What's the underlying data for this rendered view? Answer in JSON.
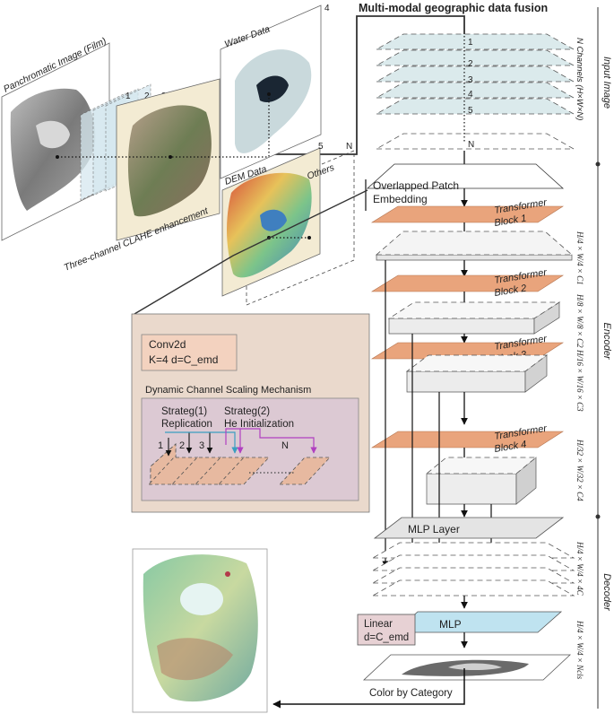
{
  "title": "Multi-modal geographic data fusion",
  "inputs": {
    "panchromatic": "Panchromatic Image (Film)",
    "clahe": "Three-channel CLAHE enhancement",
    "clahe_channels": [
      "1",
      "2",
      "3"
    ],
    "water": "Water Data",
    "water_index": "4",
    "dem": "DEM Data",
    "others": "Others",
    "dem_indices": [
      "5",
      "N"
    ]
  },
  "side_labels": {
    "input": "Input Image",
    "encoder": "Encoder",
    "decoder": "Decoder"
  },
  "channels": {
    "label": "N Channels (H×W×N)",
    "numbers": [
      "1",
      "2",
      "3",
      "4",
      "5",
      "N"
    ]
  },
  "encoder": {
    "patch_embedding": "Overlapped Patch Embedding",
    "blocks": [
      {
        "line1": "Transformer",
        "line2": "Block 1"
      },
      {
        "line1": "Transformer",
        "line2": "Block 2"
      },
      {
        "line1": "Transformer",
        "line2": "Block 3"
      },
      {
        "line1": "Transformer",
        "line2": "Block 4"
      }
    ],
    "dims": [
      "H/4 × W/4 × C1",
      "H/8 × W/8 × C2",
      "H/16 × W/16 × C3",
      "H/32 × W/32 × C4"
    ]
  },
  "decoder": {
    "mlp_layer": "MLP Layer",
    "mlp": "MLP",
    "fuse_dim": "H/4 × W/4 × 4C",
    "out_dim": "H/4 × W/4 × Ncls",
    "linear_line1": "Linear",
    "linear_line2": "d=C_emd",
    "color_by_category": "Color by Category"
  },
  "inset": {
    "conv_line1": "Conv2d",
    "conv_line2": "K=4 d=C_emd",
    "mechanism": "Dynamic Channel Scaling Mechanism",
    "strategy1_line1": "Strateg(1)",
    "strategy1_line2": "Replication",
    "strategy2_line1": "Strateg(2)",
    "strategy2_line2": "He Initialization",
    "kernel_numbers": [
      "1",
      "2",
      "3",
      "N"
    ]
  },
  "colors": {
    "transformer": "#e9a47c",
    "mlp_blue": "#bfe3f0",
    "inset_bg": "#ead9cc",
    "conv_bg": "#f3d2bf",
    "mechanism_bg": "#dcc9d3",
    "linear_bg": "#e7d1d4",
    "clahe_bg": "#f3ebd3",
    "channel_fill": "#dbeaec"
  }
}
